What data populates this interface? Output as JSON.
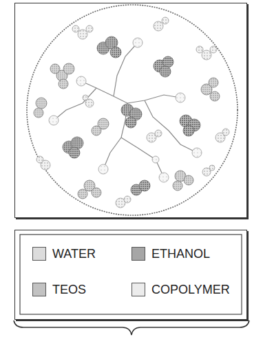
{
  "diagram": {
    "legend": [
      {
        "text": "WATER",
        "color": "#dcdcdc"
      },
      {
        "text": "ETHANOL",
        "color": "#a6a6a6"
      },
      {
        "text": "TEOS",
        "color": "#c2c2c2"
      },
      {
        "text": "COPOLYMER",
        "color": "#ececec"
      }
    ]
  }
}
